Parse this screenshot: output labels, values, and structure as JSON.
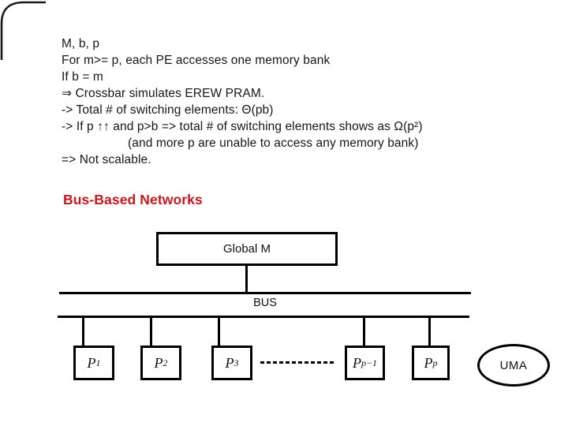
{
  "slide": {
    "lines": [
      "M, b, p",
      "For m>= p, each PE accesses one memory bank",
      "If b = m",
      "⇒ Crossbar simulates EREW PRAM.",
      "-> Total # of switching elements: Θ(pb)",
      "-> If p ↑↑ and p>b => total # of switching elements shows as Ω(p²)",
      "(and more p are unable to access any memory bank)",
      "=> Not scalable."
    ],
    "heading": "Bus-Based Networks",
    "heading_color": "#C8171D"
  },
  "diagram": {
    "global_memory_label": "Global M",
    "bus_label": "BUS",
    "processors": [
      {
        "base": "P",
        "sub": "1"
      },
      {
        "base": "P",
        "sub": "2"
      },
      {
        "base": "P",
        "sub": "3"
      },
      {
        "base": "P",
        "sub": "p−1"
      },
      {
        "base": "P",
        "sub": "p"
      }
    ],
    "uma_label": "UMA",
    "stroke_color": "#000000"
  }
}
